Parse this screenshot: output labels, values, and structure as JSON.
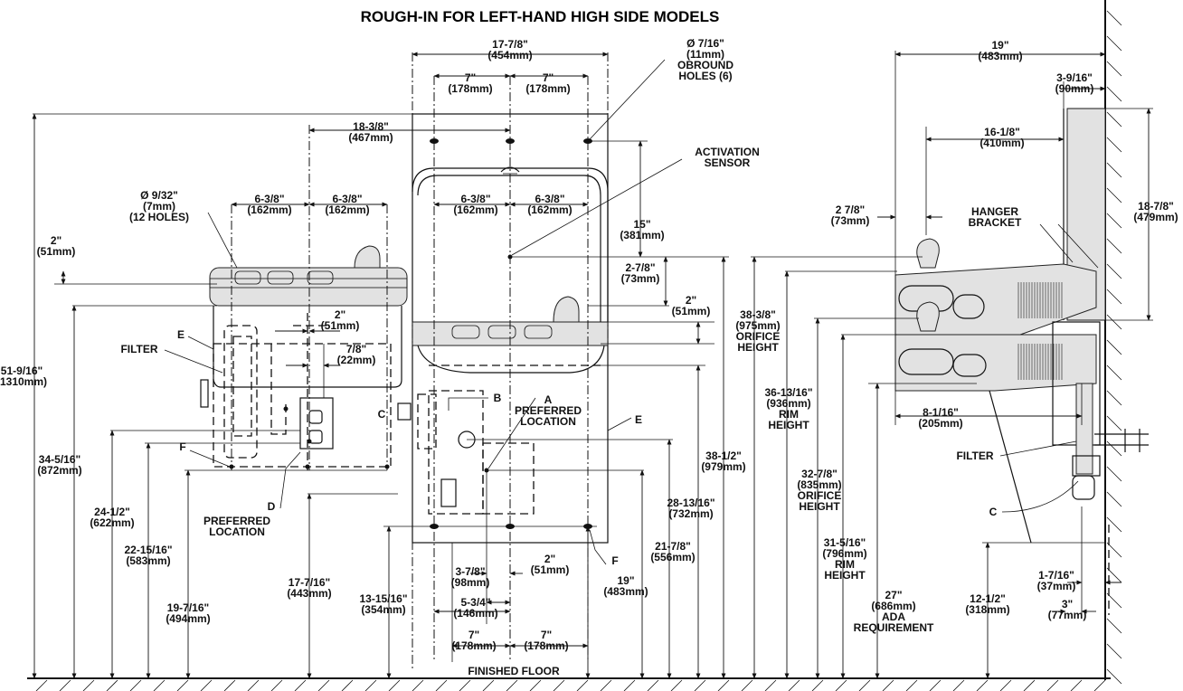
{
  "title": "ROUGH-IN FOR LEFT-HAND HIGH SIDE MODELS",
  "floor_label": "FINISHED FLOOR",
  "front_view": {
    "top": [
      {
        "id": "w17",
        "lines": [
          "17-7/8\"",
          "(454mm)"
        ]
      },
      {
        "id": "w7a",
        "lines": [
          "7\"",
          "(178mm)"
        ]
      },
      {
        "id": "w7b",
        "lines": [
          "7\"",
          "(178mm)"
        ]
      },
      {
        "id": "hole716",
        "lines": [
          "Ø 7/16\"",
          "(11mm)",
          "OBROUND",
          "HOLES (6)"
        ]
      },
      {
        "id": "sensor",
        "lines": [
          "ACTIVATION",
          "SENSOR"
        ]
      },
      {
        "id": "w1838",
        "lines": [
          "18-3/8\"",
          "(467mm)"
        ]
      },
      {
        "id": "hole932",
        "lines": [
          "Ø 9/32\"",
          "(7mm)",
          "(12 HOLES)"
        ]
      },
      {
        "id": "l638a",
        "lines": [
          "6-3/8\"",
          "(162mm)"
        ]
      },
      {
        "id": "l638b",
        "lines": [
          "6-3/8\"",
          "(162mm)"
        ]
      },
      {
        "id": "r638a",
        "lines": [
          "6-3/8\"",
          "(162mm)"
        ]
      },
      {
        "id": "r638b",
        "lines": [
          "6-3/8\"",
          "(162mm)"
        ]
      },
      {
        "id": "h15",
        "lines": [
          "15\"",
          "(381mm)"
        ]
      },
      {
        "id": "h278",
        "lines": [
          "2-7/8\"",
          "(73mm)"
        ]
      },
      {
        "id": "h2r",
        "lines": [
          "2\"",
          "(51mm)"
        ]
      },
      {
        "id": "h2l",
        "lines": [
          "2\"",
          "(51mm)"
        ]
      },
      {
        "id": "h2c",
        "lines": [
          "2\"",
          "(51mm)"
        ]
      },
      {
        "id": "h78",
        "lines": [
          "7/8\"",
          "(22mm)"
        ]
      }
    ],
    "left_dims": [
      {
        "id": "d5116",
        "lines": [
          "51-9/16\"",
          "(1310mm)"
        ]
      },
      {
        "id": "d34516",
        "lines": [
          "34-5/16\"",
          "(872mm)"
        ]
      },
      {
        "id": "d2412",
        "lines": [
          "24-1/2\"",
          "(622mm)"
        ]
      },
      {
        "id": "d221516",
        "lines": [
          "22-15/16\"",
          "(583mm)"
        ]
      },
      {
        "id": "d19716",
        "lines": [
          "19-7/16\"",
          "(494mm)"
        ]
      },
      {
        "id": "d17716",
        "lines": [
          "17-7/16\"",
          "(443mm)"
        ]
      },
      {
        "id": "d131516",
        "lines": [
          "13-15/16\"",
          "(354mm)"
        ]
      }
    ],
    "bottom_dims": [
      {
        "id": "b378",
        "lines": [
          "3-7/8\"",
          "(98mm)"
        ]
      },
      {
        "id": "b534",
        "lines": [
          "5-3/4\"",
          "(146mm)"
        ]
      },
      {
        "id": "b2",
        "lines": [
          "2\"",
          "(51mm)"
        ]
      },
      {
        "id": "b7a",
        "lines": [
          "7\"",
          "(178mm)"
        ]
      },
      {
        "id": "b7b",
        "lines": [
          "7\"",
          "(178mm)"
        ]
      },
      {
        "id": "b19",
        "lines": [
          "19\"",
          "(483mm)"
        ]
      },
      {
        "id": "b21",
        "lines": [
          "21-7/8\"",
          "(556mm)"
        ]
      },
      {
        "id": "b28",
        "lines": [
          "28-13/16\"",
          "(732mm)"
        ]
      },
      {
        "id": "b3812",
        "lines": [
          "38-1/2\"",
          "(979mm)"
        ]
      }
    ],
    "callouts": [
      {
        "id": "filter",
        "lines": [
          "FILTER"
        ]
      },
      {
        "id": "eLeft",
        "lines": [
          "E"
        ]
      },
      {
        "id": "fLeft",
        "lines": [
          "F"
        ]
      },
      {
        "id": "dLeft",
        "lines": [
          "D"
        ]
      },
      {
        "id": "prefD",
        "lines": [
          "PREFERRED",
          "LOCATION"
        ]
      },
      {
        "id": "cFront",
        "lines": [
          "C"
        ]
      },
      {
        "id": "bFront",
        "lines": [
          "B"
        ]
      },
      {
        "id": "aFront",
        "lines": [
          "A",
          "PREFERRED",
          "LOCATION"
        ]
      },
      {
        "id": "eRight",
        "lines": [
          "E"
        ]
      },
      {
        "id": "fRight",
        "lines": [
          "F"
        ]
      }
    ]
  },
  "side_view": {
    "labels": [
      {
        "id": "s19",
        "lines": [
          "19\"",
          "(483mm)"
        ]
      },
      {
        "id": "s3916",
        "lines": [
          "3-9/16\"",
          "(90mm)"
        ]
      },
      {
        "id": "s1618",
        "lines": [
          "16-1/8\"",
          "(410mm)"
        ]
      },
      {
        "id": "s278",
        "lines": [
          "2 7/8\"",
          "(73mm)"
        ]
      },
      {
        "id": "hanger",
        "lines": [
          "HANGER",
          "BRACKET"
        ]
      },
      {
        "id": "s1878",
        "lines": [
          "18-7/8\"",
          "(479mm)"
        ]
      },
      {
        "id": "s3838",
        "lines": [
          "38-3/8\"",
          "(975mm)",
          "ORIFICE",
          "HEIGHT"
        ]
      },
      {
        "id": "s361316",
        "lines": [
          "36-13/16\"",
          "(936mm)",
          "RIM",
          "HEIGHT"
        ]
      },
      {
        "id": "s3278",
        "lines": [
          "32-7/8\"",
          "(835mm)",
          "ORIFICE",
          "HEIGHT"
        ]
      },
      {
        "id": "s31516",
        "lines": [
          "31-5/16\"",
          "(796mm)",
          "RIM",
          "HEIGHT"
        ]
      },
      {
        "id": "s27",
        "lines": [
          "27\"",
          "(686mm)",
          "ADA",
          "REQUIREMENT"
        ]
      },
      {
        "id": "s8116",
        "lines": [
          "8-1/16\"",
          "(205mm)"
        ]
      },
      {
        "id": "sFilter",
        "lines": [
          "FILTER"
        ]
      },
      {
        "id": "sC",
        "lines": [
          "C"
        ]
      },
      {
        "id": "s1716",
        "lines": [
          "1-7/16\"",
          "(37mm)"
        ]
      },
      {
        "id": "s3",
        "lines": [
          "3\"",
          "(77mm)"
        ]
      },
      {
        "id": "s1212",
        "lines": [
          "12-1/2\"",
          "(318mm)"
        ]
      }
    ]
  }
}
